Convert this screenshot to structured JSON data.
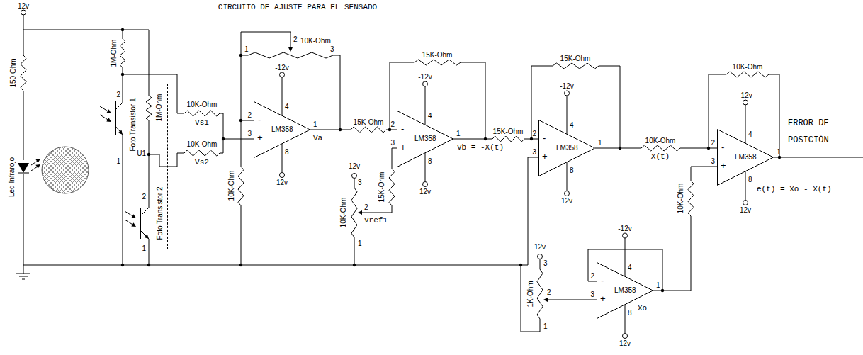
{
  "diagram": {
    "title": "CIRCUITO DE AJUSTE PARA EL SENSADO",
    "nodes": [
      {
        "text": [
          "Foto Transistor 1",
          "Foto Transistor 2"
        ]
      },
      {
        "text": [
          "LM358"
        ]
      },
      {
        "text": [
          "LM358"
        ]
      },
      {
        "text": [
          "LM358"
        ]
      },
      {
        "text": [
          "LM358"
        ]
      },
      {
        "text": [
          "LM358"
        ]
      }
    ],
    "labels": [
      "12v",
      "1M-Ohm",
      "150 Ohm",
      "Led Infrarojo",
      "2",
      "1",
      "1M-Ohm",
      "U1",
      "2",
      "1",
      "10K-Ohm",
      "Vs1",
      "10K-Ohm",
      "Vs2",
      "10K-Ohm",
      "1",
      "2",
      "10K-Ohm",
      "3",
      "-12v",
      "4",
      "-",
      "+",
      "2",
      "3",
      "1",
      "8",
      "12v",
      "Va",
      "15K-Ohm",
      "15K-Ohm",
      "-12v",
      "4",
      "-",
      "+",
      "2",
      "3",
      "1",
      "8",
      "12v",
      "Vb = -X(t)",
      "12v",
      "3",
      "15K-Ohm",
      "10K-Ohm",
      "2",
      "1",
      "Vref1",
      "15K-Ohm",
      "15K-Ohm",
      "-12v",
      "4",
      "-",
      "+",
      "2",
      "3",
      "1",
      "8",
      "12v",
      "10K-Ohm",
      "X(t)",
      "10K-Ohm",
      "-12v",
      "4",
      "-",
      "+",
      "2",
      "3",
      "1",
      "8",
      "12v",
      "ERROR DE",
      "POSICIÓN",
      "e(t) = Xo - X(t)",
      "10K-Ohm",
      "12v",
      "3",
      "1K-Ohm",
      "2",
      "1",
      "-12v",
      "4",
      "-",
      "+",
      "2",
      "3",
      "1",
      "8",
      "12v",
      "Xo"
    ]
  }
}
